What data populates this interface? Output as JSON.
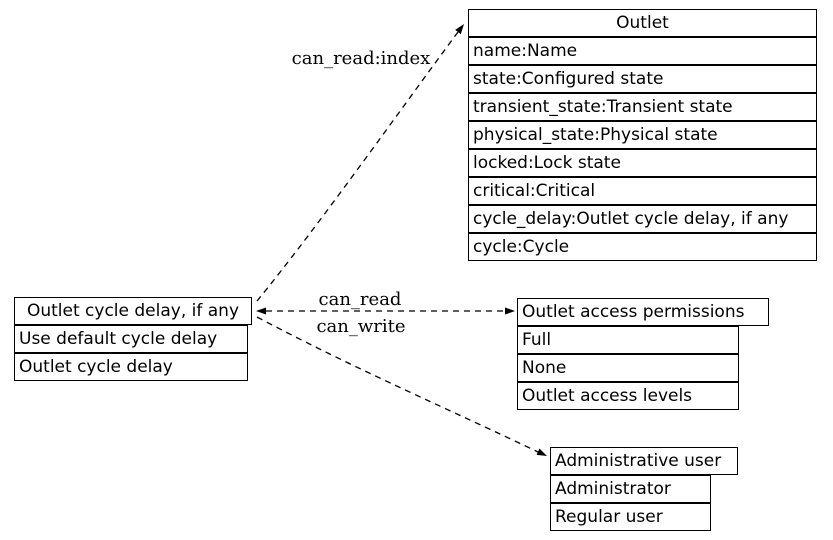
{
  "diagram": {
    "background": "#ffffff",
    "line_color": "#000000",
    "nodes": {
      "outlet": {
        "title": "Outlet",
        "rows": [
          "name:Name",
          "state:Configured state",
          "transient_state:Transient state",
          "physical_state:Physical state",
          "locked:Lock state",
          "critical:Critical",
          "cycle_delay:Outlet cycle delay, if any",
          "cycle:Cycle"
        ]
      },
      "cycle_delay_field": {
        "title": "Outlet cycle delay, if any",
        "rows": [
          "Use default cycle delay",
          "Outlet cycle delay"
        ]
      },
      "access_permissions": {
        "title": "Outlet access permissions",
        "rows": [
          "Full",
          "None",
          "Outlet access levels"
        ]
      },
      "admin_user": {
        "title": "Administrative user",
        "rows": [
          "Administrator",
          "Regular user"
        ]
      }
    },
    "edges": {
      "can_read_index_label": "can_read:index",
      "can_read_label": "can_read",
      "can_write_label": "can_write"
    }
  }
}
